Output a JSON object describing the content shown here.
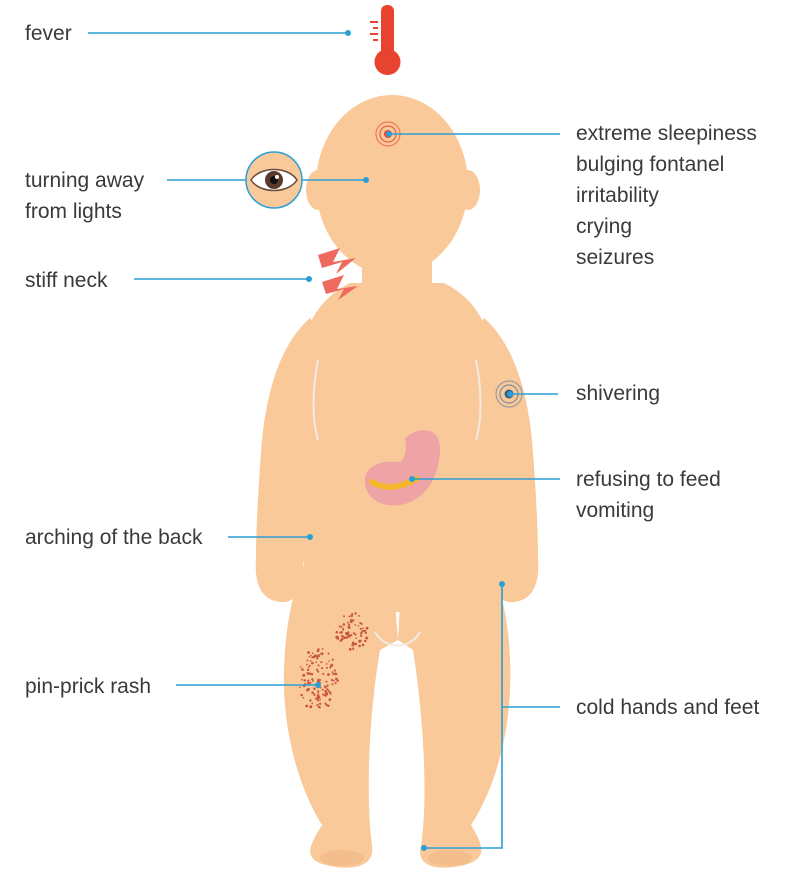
{
  "colors": {
    "skin": "#f9c99a",
    "skin_line": "#f3ebe2",
    "leader": "#2a9fd6",
    "thermometer": "#e8432f",
    "stomach": "#eea3a6",
    "food": "#f4b62a",
    "rash": "#c9563d",
    "pain_ring": "#e8432f",
    "shiver_ring": "#5e7fa3",
    "text": "#3a3a3a"
  },
  "icons": [
    "thermometer-icon",
    "eye-icon",
    "stiff-neck-icon",
    "head-pain-icon",
    "shiver-icon",
    "stomach-icon",
    "rash-dots"
  ],
  "labels": {
    "fever": "fever",
    "light_1": "turning away",
    "light_2": "from lights",
    "neck": "stiff neck",
    "back": "arching of the back",
    "rash": "pin-prick rash",
    "head": [
      "extreme sleepiness",
      "bulging fontanel",
      "irritability",
      "crying",
      "seizures"
    ],
    "shivering": "shivering",
    "feed_1": "refusing to feed",
    "feed_2": "vomiting",
    "cold": "cold hands and feet"
  }
}
